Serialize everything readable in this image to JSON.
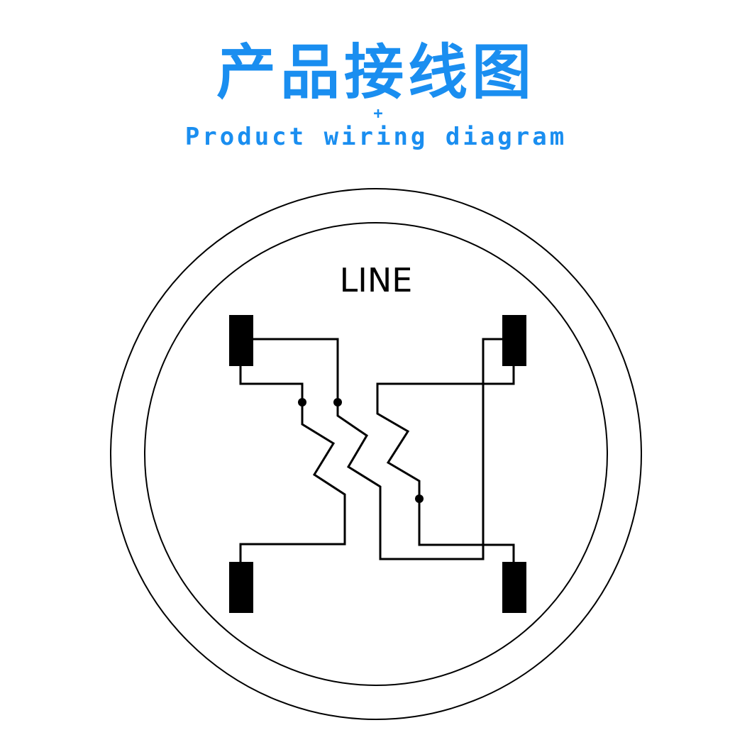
{
  "header": {
    "title_cn": "产品接线图",
    "plus_mark": "+",
    "title_en": "Product wiring diagram"
  },
  "diagram": {
    "line_label": "LINE",
    "colors": {
      "title": "#1a8ef0",
      "stroke": "#000000",
      "terminal": "#000000",
      "background": "#ffffff"
    }
  }
}
